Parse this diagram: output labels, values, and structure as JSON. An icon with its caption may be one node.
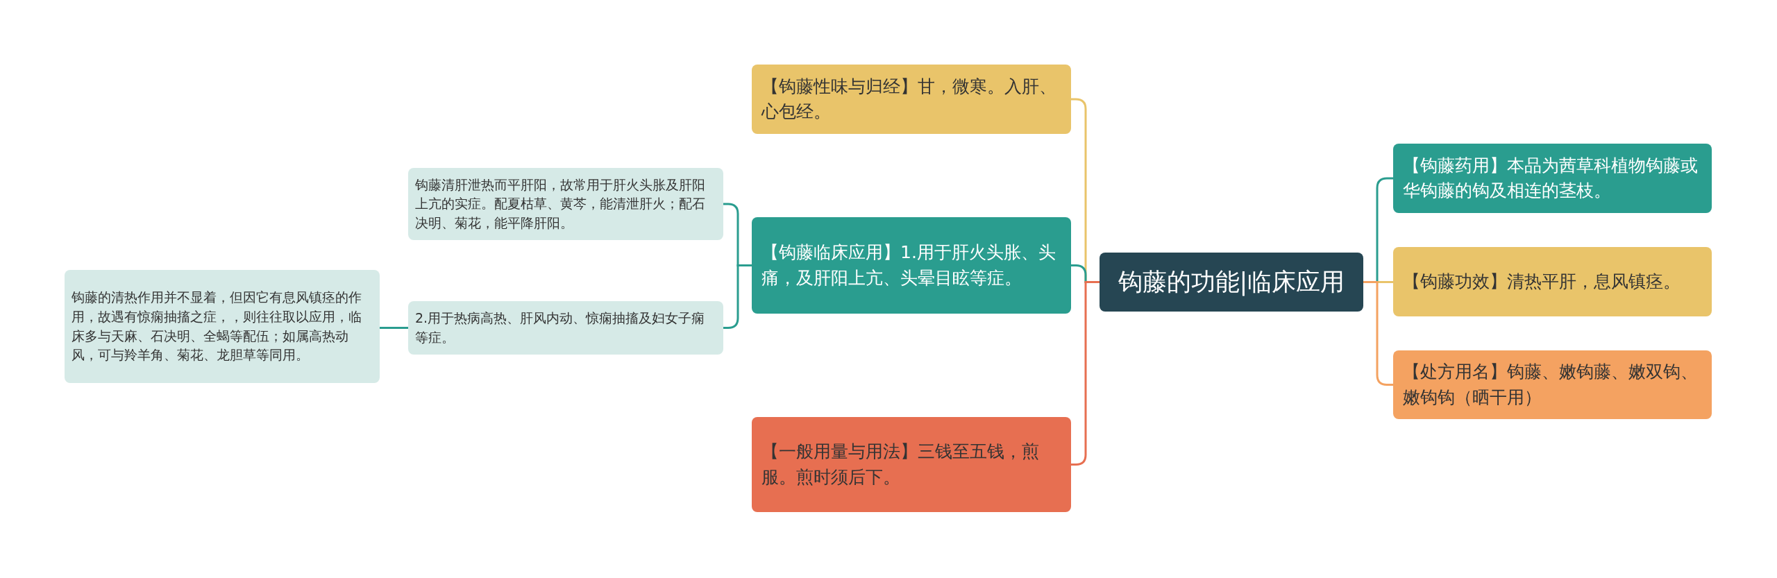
{
  "diagram": {
    "nodes": [
      {
        "text": [
          "钩藤的功能|临床应用"
        ]
      },
      {
        "text": [
          "【钩藤性味与归经】甘，微寒。入肝、心包经。"
        ]
      },
      {
        "text": [
          "【钩藤临床应用】1.用于肝火头胀、头痛，及肝阳上亢、头晕目眩等症。"
        ]
      },
      {
        "text": [
          "【一般用量与用法】三钱至五钱，煎服。煎时须后下。"
        ]
      },
      {
        "text": [
          "钩藤清肝泄热而平肝阳，故常用于肝火头胀及肝阳上亢的实症。配夏枯草、黄芩，能清泄肝火；配石决明、菊花，能平降肝阳。"
        ]
      },
      {
        "text": [
          "2.用于热病高热、肝风内动、惊痫抽搐及妇女子痫等症。"
        ]
      },
      {
        "text": [
          "钩藤的清热作用并不显着，但因它有息风镇痉的作用，故遇有惊痫抽搐之症，，则往往取以应用，临床多与天麻、石决明、全蝎等配伍；如属高热动风，可与羚羊角、菊花、龙胆草等同用。"
        ]
      },
      {
        "text": [
          "【钩藤药用】本品为茜草科植物钩藤或华钩藤的钩及相连的茎枝。"
        ]
      },
      {
        "text": [
          "【钩藤功效】清热平肝，息风镇痉。"
        ]
      },
      {
        "text": [
          "【处方用名】钩藤、嫩钩藤、嫩双钩、嫩钩钩（晒干用）"
        ]
      }
    ],
    "edges": [
      {
        "from": 0,
        "to": 1,
        "arrow": "none",
        "color": "#e9c46a"
      },
      {
        "from": 0,
        "to": 2,
        "arrow": "none"
      },
      {
        "from": 0,
        "to": 3,
        "arrow": "none",
        "color": "#e76f51"
      },
      {
        "from": 2,
        "to": 4,
        "arrow": "none"
      },
      {
        "from": 2,
        "to": 5,
        "arrow": "none"
      },
      {
        "from": 5,
        "to": 6,
        "arrow": "none"
      },
      {
        "from": 0,
        "to": 7,
        "arrow": "none"
      },
      {
        "from": 0,
        "to": 8,
        "arrow": "none",
        "color": "#e9c46a"
      },
      {
        "from": 0,
        "to": 9,
        "arrow": "none",
        "color": "#f4a261"
      }
    ]
  }
}
